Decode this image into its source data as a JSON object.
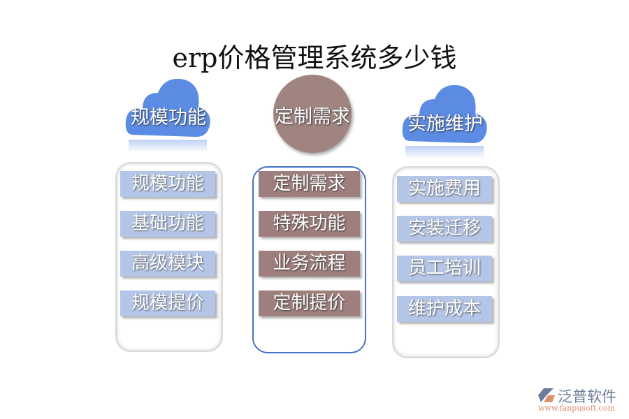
{
  "title": "erp价格管理系统多少钱",
  "columns": [
    {
      "heading": "规模功能",
      "items": [
        "规模功能",
        "基础功能",
        "高级模块",
        "规模提价"
      ]
    },
    {
      "heading": "定制需求",
      "items": [
        "定制需求",
        "特殊功能",
        "业务流程",
        "定制提价"
      ]
    },
    {
      "heading": "实施维护",
      "items": [
        "实施费用",
        "安装迁移",
        "员工培训",
        "维护成本"
      ]
    }
  ],
  "colors": {
    "cloud": "#5b8be3",
    "circle": "#a08480",
    "item_blue": "#b4c6e7",
    "item_brown": "#9f7f7d"
  },
  "logo": {
    "name": "泛普软件",
    "url": "www.fanpusoft.com"
  }
}
